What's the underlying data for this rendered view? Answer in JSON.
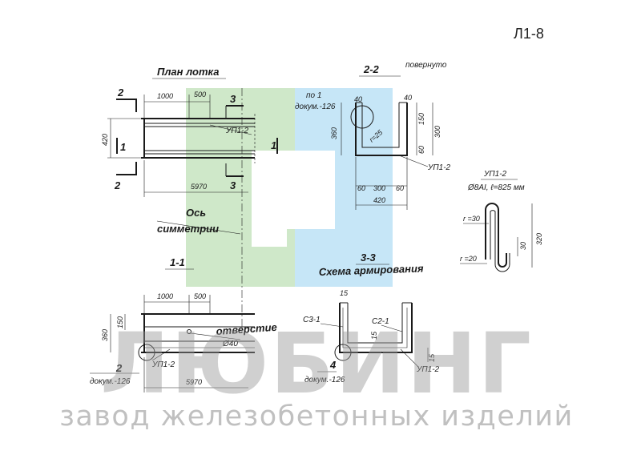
{
  "sheet_number": "Л1-8",
  "colors": {
    "logo_green": "#cfe8c9",
    "logo_blue": "#c6e6f7",
    "watermark": "#969696"
  },
  "watermark": {
    "brand": "ЛЮБИНГ",
    "subtitle": "завод железобетонных изделий"
  },
  "plan": {
    "title": "План лотка",
    "section_mark": "2",
    "section_mark_3": "3",
    "side_mark": "1",
    "dim_1000": "1000",
    "dim_500": "500",
    "dim_420": "420",
    "dim_5970": "5970",
    "rebar": "УП1-2"
  },
  "axis": {
    "line1": "Ось",
    "line2": "симметрии"
  },
  "section_2_2": {
    "title": "2-2",
    "note": "повернуто",
    "ref_line1": "по 1",
    "ref_line2": "докум.-126",
    "d40a": "40",
    "d40b": "40",
    "d150": "150",
    "d300": "300",
    "d360": "360",
    "d60": "60",
    "radius": "r=25",
    "rebar": "УП1-2",
    "b60a": "60",
    "b300": "300",
    "b60b": "60",
    "b420": "420"
  },
  "detail_up": {
    "title": "УП1-2",
    "spec": "Ø8АI, ℓ=825 мм",
    "r30": "r =30",
    "r20": "r =20",
    "d30": "30",
    "d320": "320"
  },
  "section_1_1": {
    "title": "1-1",
    "dim_1000": "1000",
    "dim_500": "500",
    "dim_150": "150",
    "dim_360": "360",
    "hole_label": "отверстие",
    "hole_dia": "Ø40",
    "mark": "2",
    "ref": "докум.-126",
    "rebar": "УП1-2",
    "dim_5970": "5970"
  },
  "section_3_3": {
    "title": "3-3",
    "subtitle": "Схема армирования",
    "d15": "15",
    "s31": "С3-1",
    "s21": "С2-1",
    "d15b": "15",
    "d15c": "15",
    "mark": "4",
    "ref": "докум.-126",
    "rebar": "УП1-2"
  }
}
